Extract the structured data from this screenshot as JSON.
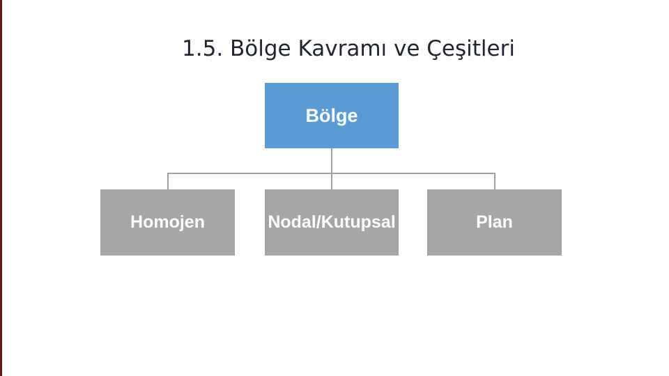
{
  "page": {
    "background": "#ffffff",
    "accent_bar_color": "#5E1F1C"
  },
  "title": {
    "text": "1.5. Bölge Kavramı ve Çeşitleri",
    "color": "#1F2430"
  },
  "diagram": {
    "type": "hierarchy",
    "connector_color": "#A0A0A0",
    "root": {
      "label": "Bölge",
      "fill": "#5B9BD5",
      "text_color": "#FFFFFF"
    },
    "child_fill": "#A6A6A6",
    "child_text_color": "#FFFFFF",
    "children": [
      {
        "label": "Homojen"
      },
      {
        "label": "Nodal/Kutupsal"
      },
      {
        "label": "Plan"
      }
    ]
  }
}
